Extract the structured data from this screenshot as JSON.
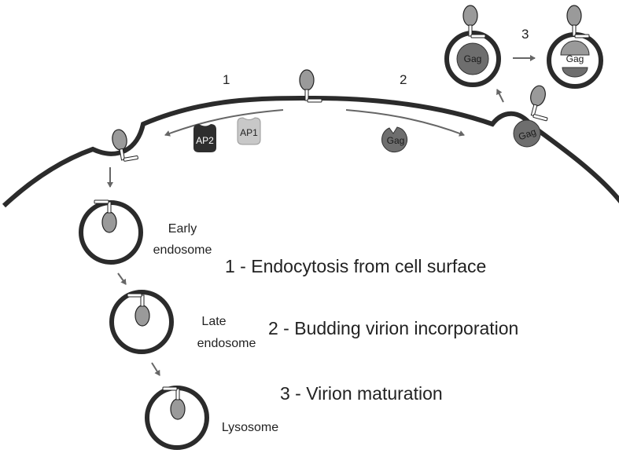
{
  "steps": {
    "s1": "1",
    "s2": "2",
    "s3": "3"
  },
  "molecules": {
    "ap2": "AP2",
    "ap1": "AP1",
    "gag": "Gag"
  },
  "compartments": {
    "early_line1": "Early",
    "early_line2": "endosome",
    "late_line1": "Late",
    "late_line2": "endosome",
    "lysosome": "Lysosome"
  },
  "legend": [
    "1 - Endocytosis from cell surface",
    "2 - Budding virion incorporation",
    "3 - Virion maturation"
  ],
  "colors": {
    "membrane": "#2b2b2b",
    "gag": "#6e6e6e",
    "ap2": "#2e2e2e",
    "ap1": "#c8c8c8",
    "protein": "#9a9a9a",
    "arrow": "#666666"
  }
}
